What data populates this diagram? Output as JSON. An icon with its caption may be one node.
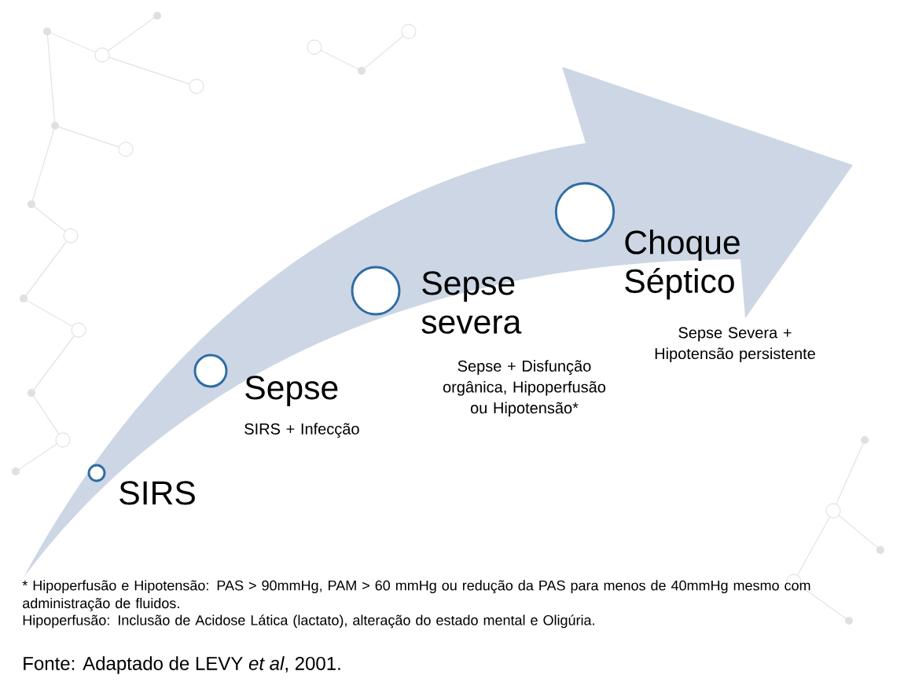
{
  "diagram": {
    "caption": "Fonte: Adaptado de LEVY *et al*, 2001.",
    "nodes": [
      {
        "text": [],
        "shape": "circle",
        "beside": [
          "SIRS"
        ]
      },
      {
        "text": [],
        "shape": "circle",
        "beside": [
          "Sepse",
          "SIRS + Infecção"
        ]
      },
      {
        "text": [],
        "shape": "circle",
        "beside": [
          "Sepse severa",
          "Sepse + Disfunção orgânica, Hipoperfusão ou Hipotensão*"
        ]
      },
      {
        "text": [],
        "shape": "circle",
        "beside": [
          "Choque Séptico",
          "Sepse Severa + Hipotensão persistente"
        ]
      }
    ],
    "edges": [],
    "labels": [
      "* Hipoperfusão e Hipotensão: PAS > 90mmHg, PAM > 60 mmHg ou redução da PAS para menos de 40mmHg mesmo com administração de fluidos.",
      "Hipoperfusão: Inclusão de Acidose Lática (lactato), alteração do estado mental e Oligúria."
    ]
  }
}
